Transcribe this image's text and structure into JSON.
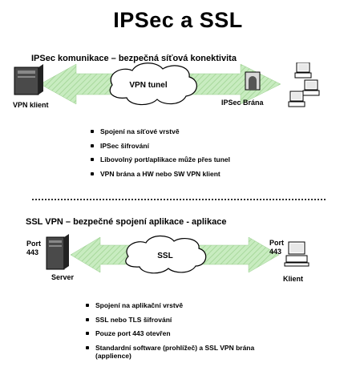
{
  "title": "IPSec a SSL",
  "ipsec": {
    "heading": "IPSec komunikace – bezpečná síťová konektivita",
    "cloud_label": "VPN tunel",
    "left_label": "VPN klient",
    "right_label": "IPSec Brána",
    "bullets": [
      "Spojení na síťové vrstvě",
      "IPSec šifrování",
      "Libovolný port/aplikace může přes tunel",
      "VPN brána a HW nebo SW VPN klient"
    ]
  },
  "ssl": {
    "heading": "SSL VPN – bezpečné spojení aplikace - aplikace",
    "cloud_label": "SSL",
    "left_port": "Port 443",
    "right_port": "Port 443",
    "left_label": "Server",
    "right_label": "Klient",
    "bullets": [
      "Spojení na aplikační vrstvě",
      "SSL nebo TLS šifrování",
      "Pouze port 443 otevřen",
      "Standardní software (prohlížeč) a SSL VPN brána (applience)"
    ]
  },
  "colors": {
    "arrow_fill": "#c8ecc0",
    "arrow_stripe": "#a8d89c",
    "cloud_fill": "#ffffff",
    "device_dark": "#333333"
  }
}
